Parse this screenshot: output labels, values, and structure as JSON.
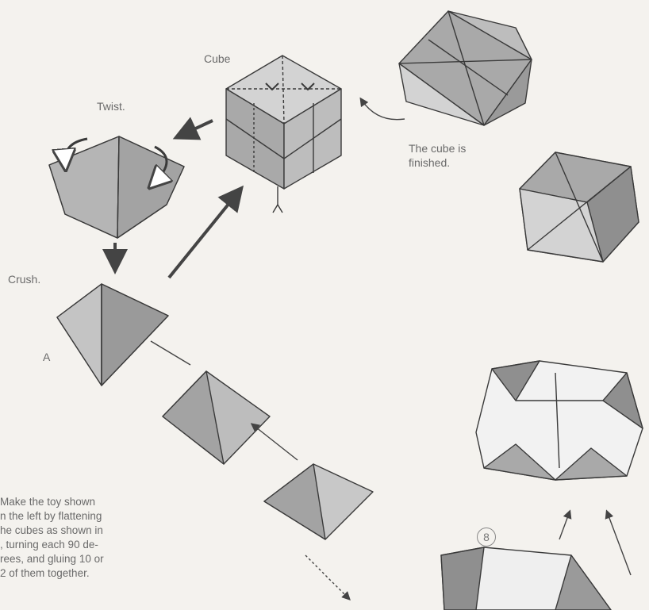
{
  "labels": {
    "cube": "Cube",
    "twist": "Twist.",
    "crush": "Crush.",
    "a": "A",
    "finished": "The cube is\nfinished.",
    "step": "8",
    "instructions": "Make the toy shown\nn the left by flattening\nhe cubes as shown in\n, turning each 90 de-\nrees, and gluing 10 or\n2 of them together."
  },
  "colors": {
    "background": "#f4f2ee",
    "dark_face": "#8f8f8f",
    "mid_face": "#b3b3b3",
    "light_face": "#d0d0d0",
    "line": "#3a3a3a"
  }
}
